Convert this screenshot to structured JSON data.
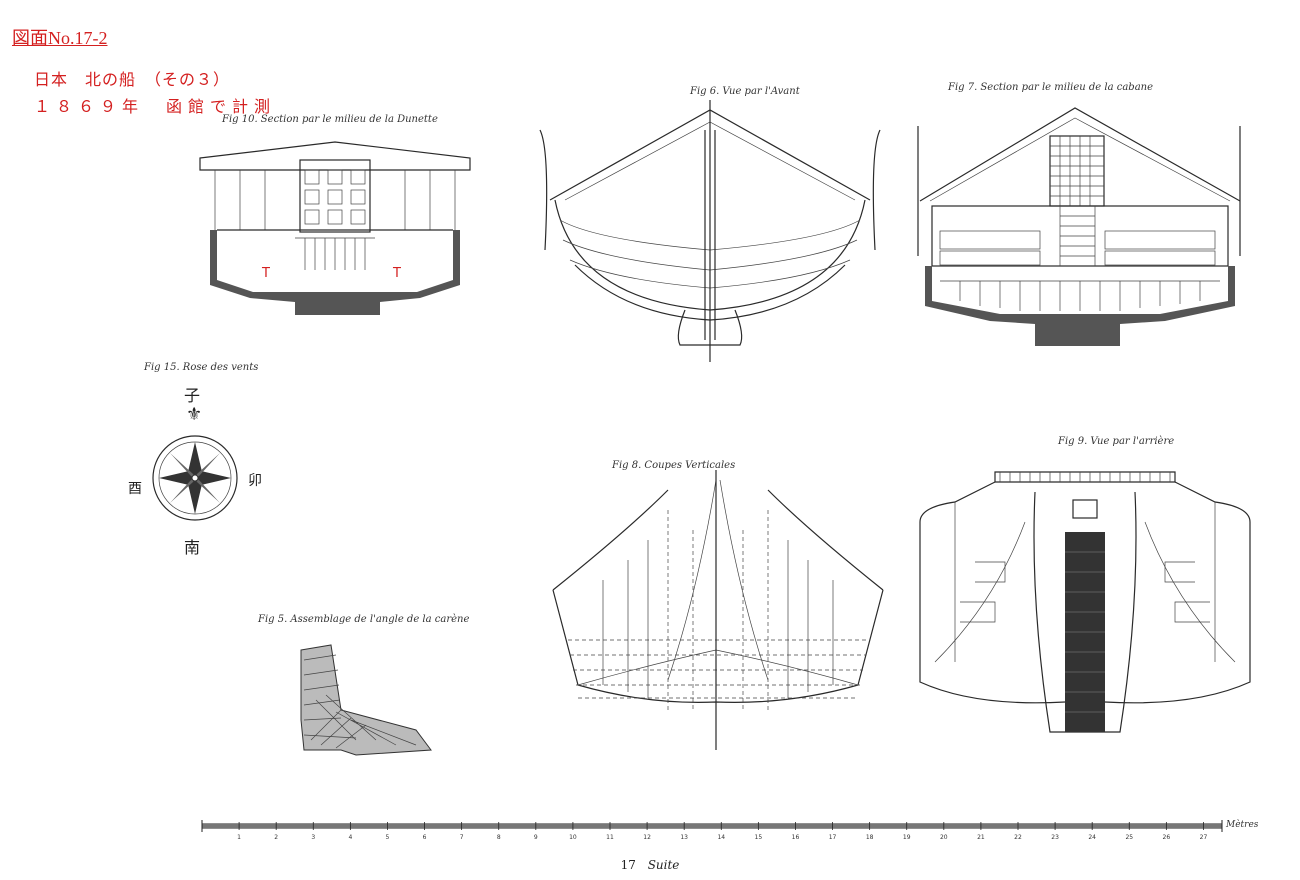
{
  "header": {
    "doc_number": "図面No.17-2",
    "subtitle_line1": "日本　北の船　（その３）",
    "subtitle_line2": "１８６９年　函館で計測"
  },
  "figures": {
    "fig10": {
      "caption": "Fig 10. Section par le milieu de la Dunette"
    },
    "fig6": {
      "caption": "Fig 6. Vue par l'Avant"
    },
    "fig7": {
      "caption": "Fig 7. Section par le milieu de la cabane"
    },
    "fig15": {
      "caption": "Fig 15. Rose des vents"
    },
    "fig8": {
      "caption": "Fig 8. Coupes Verticales"
    },
    "fig9": {
      "caption": "Fig 9. Vue par l'arrière"
    },
    "fig5": {
      "caption": "Fig 5. Assemblage de l'angle de la carène"
    }
  },
  "compass": {
    "north": "子",
    "south": "南",
    "east": "卯",
    "west": "酉"
  },
  "markers": {
    "t_mark": "T"
  },
  "scale_bar": {
    "ticks": [
      "1",
      "2",
      "3",
      "4",
      "5",
      "6",
      "7",
      "8",
      "9",
      "10",
      "11",
      "12",
      "13",
      "14",
      "15",
      "16",
      "17",
      "18",
      "19",
      "20",
      "21",
      "22",
      "23",
      "24",
      "25",
      "26",
      "27"
    ],
    "unit": "Mètres"
  },
  "footer": {
    "page_number": "17",
    "suite": "Suite"
  },
  "colors": {
    "annotation_red": "#d42020",
    "ink": "#2a2a2a"
  }
}
